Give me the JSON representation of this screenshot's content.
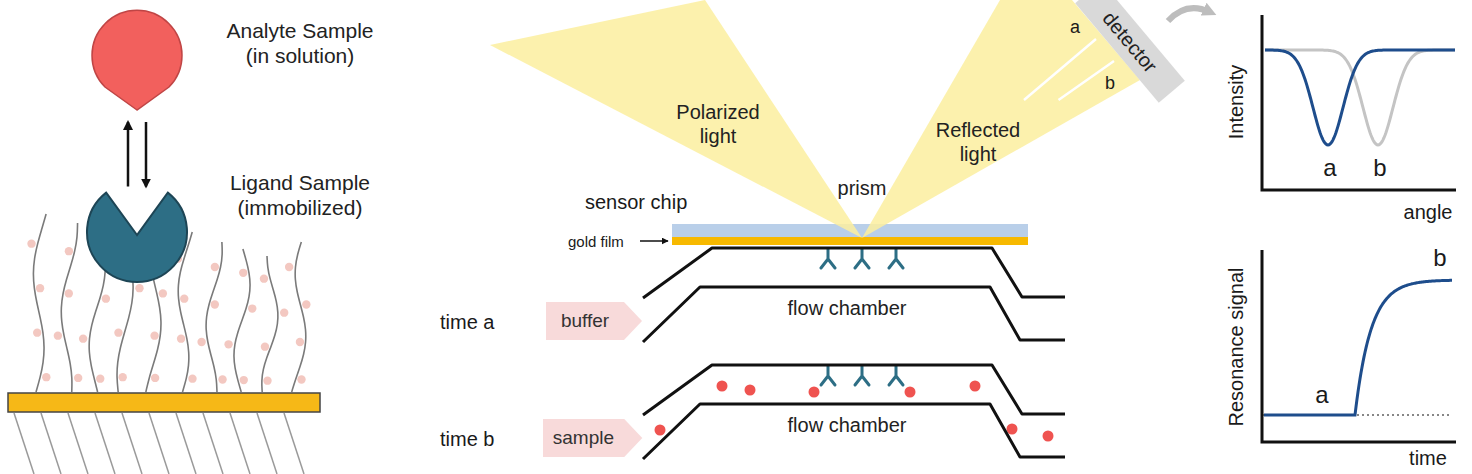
{
  "diagram": {
    "nodes": [
      {
        "text": [
          "Analyte Sample (in solution)"
        ]
      },
      {
        "text": [
          "Ligand Sample (immobilized)"
        ]
      },
      {
        "text": [
          "Polarized light"
        ]
      },
      {
        "text": [
          "prism"
        ]
      },
      {
        "text": [
          "Reflected light"
        ]
      },
      {
        "text": [
          "detector"
        ]
      },
      {
        "text": [
          "buffer"
        ]
      },
      {
        "text": [
          "flow chamber"
        ]
      },
      {
        "text": [
          "sample"
        ]
      },
      {
        "text": [
          "flow chamber"
        ]
      }
    ],
    "edges": [
      {
        "from": 0,
        "to": 1,
        "arrow": "both"
      }
    ],
    "labels": [
      "sensor chip",
      "gold film",
      "time a",
      "time b",
      "a",
      "b",
      "Intensity",
      "angle",
      "a",
      "b",
      "Resonance signal",
      "time",
      "a",
      "b"
    ]
  }
}
